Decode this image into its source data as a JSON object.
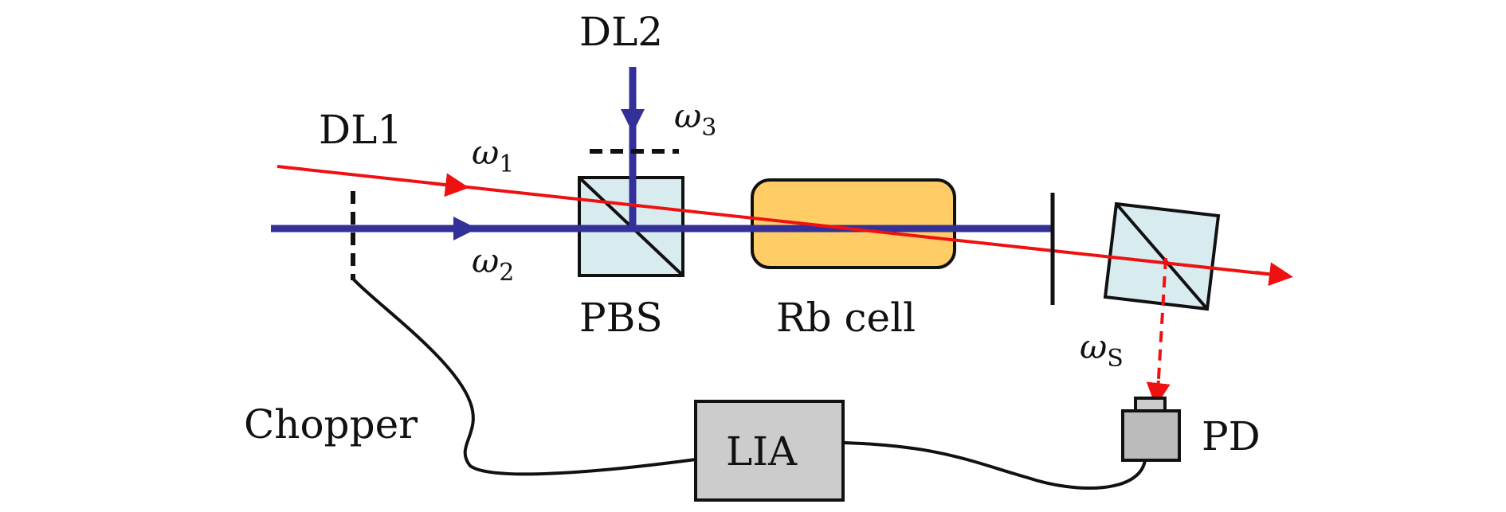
{
  "labels": {
    "dl1": "DL1",
    "dl2": "DL2",
    "pbs": "PBS",
    "rb_cell": "Rb cell",
    "chopper": "Chopper",
    "lia": "LIA",
    "pd": "PD"
  },
  "beams": {
    "omega1": {
      "symbol": "ω",
      "sub": "1"
    },
    "omega2": {
      "symbol": "ω",
      "sub": "2"
    },
    "omega3": {
      "symbol": "ω",
      "sub": "3"
    },
    "omega_s": {
      "symbol": "ω",
      "sub": "S"
    }
  },
  "colors": {
    "red_beam": "#ee1111",
    "blue_beam": "#34309a",
    "pbs_fill": "#d8ecf0",
    "rb_cell_fill": "#ffcc66",
    "box_fill": "#cccccc",
    "line": "#111111"
  }
}
